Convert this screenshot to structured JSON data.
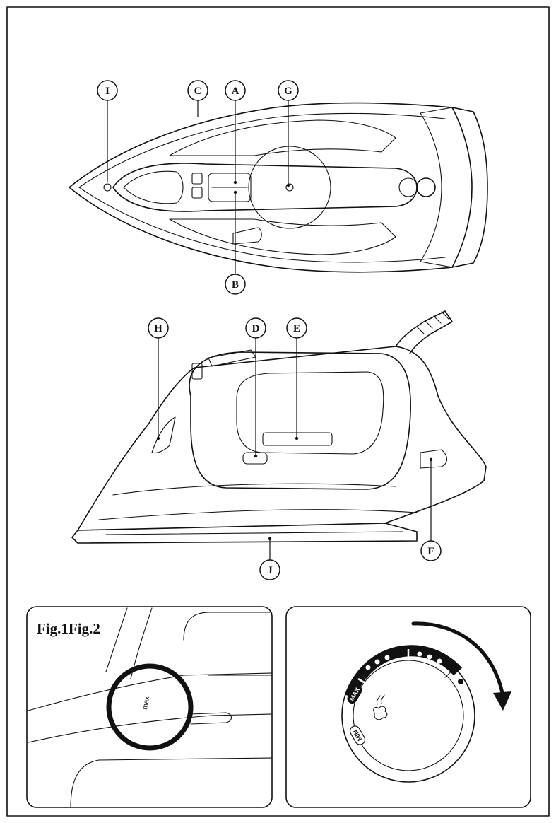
{
  "labels": {
    "I": "I",
    "C": "C",
    "A": "A",
    "G": "G",
    "B": "B",
    "H": "H",
    "D": "D",
    "E": "E",
    "F": "F",
    "J": "J"
  },
  "figures": {
    "fig_caption": "Fig.1Fig.2",
    "fig1_marking": "max"
  },
  "dial": {
    "max_label": "MAX",
    "min_label": "MIN"
  }
}
